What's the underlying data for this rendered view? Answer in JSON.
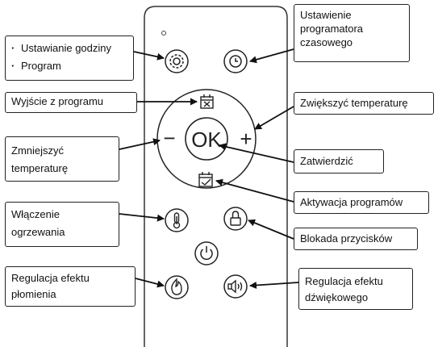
{
  "callouts": {
    "clock_setting": {
      "lines": [
        "Ustawianie godziny",
        "Program"
      ]
    },
    "timer_programmer_setting": {
      "lines": [
        "Ustawienie",
        "programatora",
        "czasowego"
      ]
    },
    "exit_program": {
      "lines": [
        "Wyjście z programu"
      ]
    },
    "increase_temperature": {
      "lines": [
        "Zwiększyć temperaturę"
      ]
    },
    "decrease_temperature": {
      "lines": [
        "Zmniejszyć",
        "temperaturę"
      ]
    },
    "confirm": {
      "lines": [
        "Zatwierdzić"
      ]
    },
    "activate_programs": {
      "lines": [
        "Aktywacja programów"
      ]
    },
    "heating_on": {
      "lines": [
        "Włączenie",
        "ogrzewania"
      ]
    },
    "button_lock": {
      "lines": [
        "Blokada przycisków"
      ]
    },
    "flame_effect": {
      "lines": [
        "Regulacja efektu",
        "płomienia"
      ]
    },
    "sound_effect": {
      "lines": [
        "Regulacja efektu",
        "dźwiękowego"
      ]
    }
  },
  "remote": {
    "ok_label": "OK",
    "minus_symbol": "−",
    "plus_symbol": "+"
  },
  "icons": [
    "gear-icon",
    "clock-icon",
    "calendar-x-icon",
    "calendar-check-icon",
    "thermometer-icon",
    "padlock-icon",
    "power-icon",
    "flame-icon",
    "speaker-icon"
  ]
}
